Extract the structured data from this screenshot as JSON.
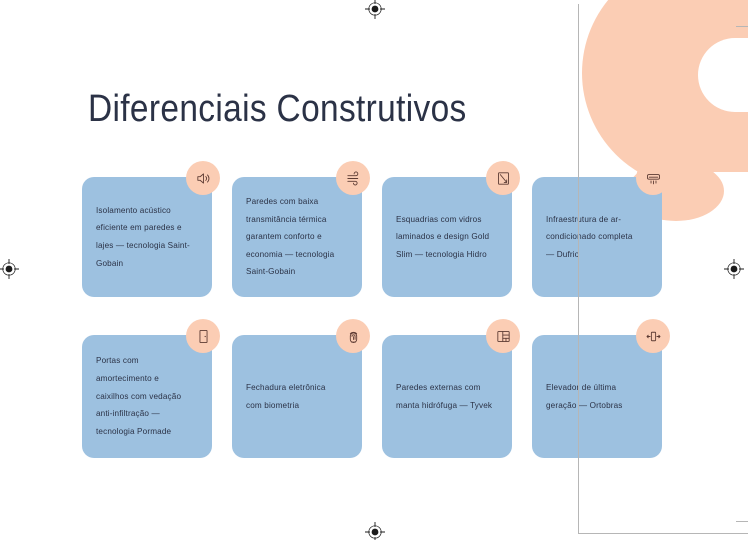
{
  "page": {
    "title": "Diferenciais Construtivos",
    "background_color": "#ffffff",
    "title_color": "#2b3246",
    "card_color": "#9dc1e0",
    "icon_badge_color": "#fbcdb4",
    "icon_glyph_color": "#5d3b33",
    "decoration_color": "#fbcdb4",
    "guide_line_color": "#b6b6b6"
  },
  "cards": [
    {
      "id": "isolamento-acustico",
      "icon": "speaker-sound-icon",
      "text": "Isolamento acústico eficiente em paredes e lajes — tecnologia Saint-Gobain"
    },
    {
      "id": "transmitancia-termica",
      "icon": "wind-air-icon",
      "text": "Paredes com baixa transmitância térmica garantem conforto e economia — tecnologia Saint-Gobain"
    },
    {
      "id": "esquadrias-vidros",
      "icon": "window-frame-icon",
      "text": "Esquadrias com vidros laminados e design Gold Slim  — tecnologia Hidro"
    },
    {
      "id": "ar-condicionado",
      "icon": "air-conditioner-icon",
      "text": "Infraestrutura de ar-condicionado completa — Dufrio"
    },
    {
      "id": "portas-amortecimento",
      "icon": "door-icon",
      "text": "Portas com amortecimento e caixilhos com vedação anti-infiltração — tecnologia Pormade"
    },
    {
      "id": "fechadura-biometrica",
      "icon": "fingerprint-icon",
      "text": "Fechadura eletrônica com biometria"
    },
    {
      "id": "manta-hidrofuga",
      "icon": "wall-layers-icon",
      "text": "Paredes externas com manta hidrófuga — Tyvek"
    },
    {
      "id": "elevador",
      "icon": "elevator-arrows-icon",
      "text": "Elevador de última geração — Ortobras"
    }
  ],
  "marks": {
    "registration": [
      "reg-mark-top",
      "reg-mark-bottom",
      "reg-mark-left",
      "reg-mark-right"
    ]
  }
}
